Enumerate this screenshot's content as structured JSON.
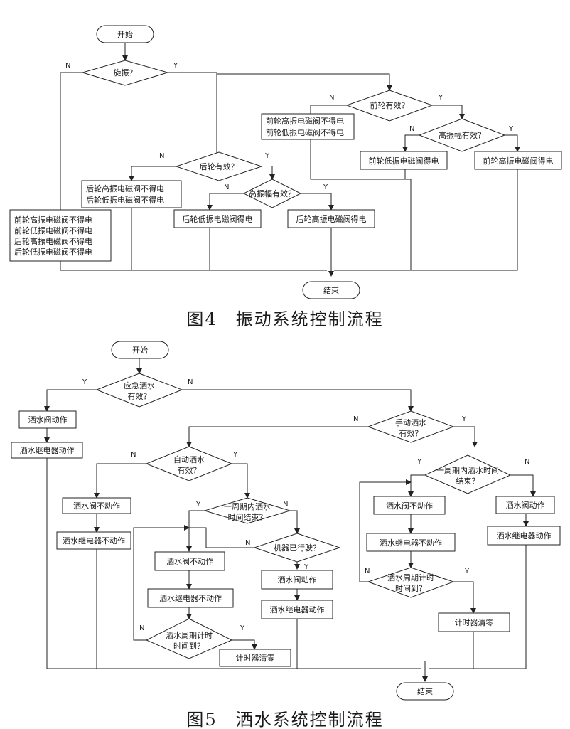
{
  "fig4": {
    "caption": "图4　振动系统控制流程",
    "start": "开始",
    "q_rotary": "旋振？",
    "q_front": "前轮有效？",
    "q_rear": "后轮有效？",
    "q_front_high": "高振幅有效？",
    "q_rear_high": "高振幅有效？",
    "box_all_off": [
      "前轮高振电磁阀不得电",
      "前轮低振电磁阀不得电",
      "后轮高振电磁阀不得电",
      "后轮低振电磁阀不得电"
    ],
    "box_front_off": [
      "前轮高振电磁阀不得电",
      "前轮低振电磁阀不得电"
    ],
    "box_rear_off": [
      "后轮高振电磁阀不得电",
      "后轮低振电磁阀不得电"
    ],
    "box_front_low_on": "前轮低振电磁阀得电",
    "box_front_high_on": "前轮高振电磁阀得电",
    "box_rear_low_on": "后轮低振电磁阀得电",
    "box_rear_high_on": "后轮高振电磁阀得电",
    "end": "结束",
    "yes": "Y",
    "no": "N"
  },
  "fig5": {
    "caption": "图5　洒水系统控制流程",
    "start": "开始",
    "q_emergency": [
      "应急洒水",
      "有效？"
    ],
    "q_manual": [
      "手动洒水",
      "有效？"
    ],
    "q_auto": [
      "自动洒水",
      "有效？"
    ],
    "q_cycle_end_auto": [
      "一周期内洒水",
      "时间结束？"
    ],
    "q_cycle_end_manual": [
      "一周期内洒水时间",
      "结束？"
    ],
    "q_machine_running": "机器已行驶？",
    "q_period_auto": [
      "洒水周期计时",
      "时间到？"
    ],
    "q_period_manual": [
      "洒水周期计时",
      "时间到？"
    ],
    "valve_on": "洒水阀动作",
    "relay_on": "洒水继电器动作",
    "valve_off": "洒水阀不动作",
    "relay_off": "洒水继电器不动作",
    "timer_reset": "计时器清零",
    "end": "结束",
    "yes": "Y",
    "no": "N"
  }
}
